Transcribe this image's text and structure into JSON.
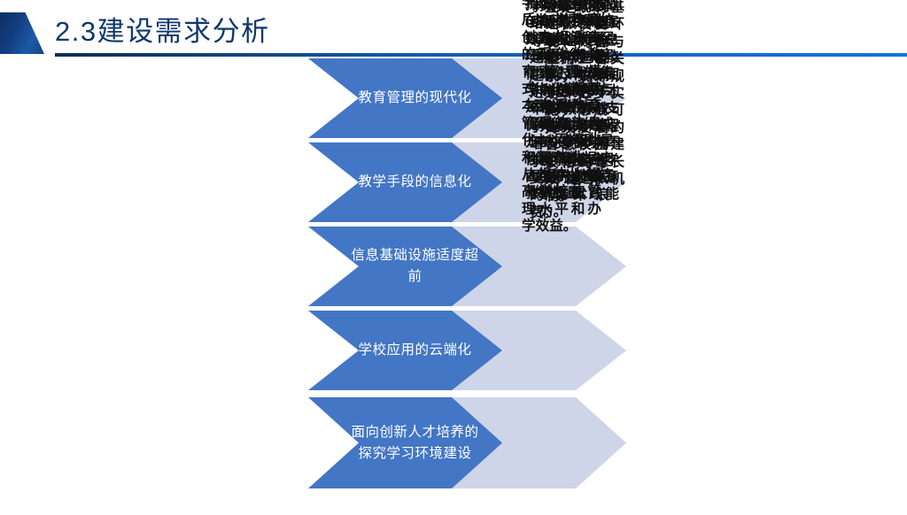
{
  "slide": {
    "title": "2.3建设需求分析",
    "accent_dark": "#10376e",
    "accent_chevron": "#4376c4",
    "accent_chevron_back": "#cfd5e8",
    "rule_gradient_from": "#0b2b5c",
    "rule_gradient_to": "#1272e0"
  },
  "chevrons": [
    {
      "label": "教育管理的现代化"
    },
    {
      "label": "教学手段的信息化"
    },
    {
      "label": "信息基础设施适度超前"
    },
    {
      "label": "学校应用的云端化"
    },
    {
      "label": "面向创新人才培养的探究学习环境建设"
    }
  ],
  "overflow_text": {
    "block_1": "学校建成后，拟教育创立相适应的现代化教育管理模式，以期基本实现教育管理的信息化、网络化和智能化，从根本上提高学校的管理水平和办学效益。",
    "block_2": "拟搭建支持创新教学的数字化教学环境，推进信息技术与学科教学的深度融合，促进教与学方式的根本性变革，全面提升教育教学质量。",
    "block_3": "学校的网络、服务器等基础设施建设拟适度超前，以满足未来若干年内教育教学应用不断增长的需求，避免重复建设造成的成本浪费。",
    "block_4": "拟将学校各类应用系统逐步迁移至云平台，实现资源的集约化管理与弹性扩展，降低运维成本，特别是保障数据安全和业务连续性。",
    "block_5": "拟基于虚拟现实、增强现实、全息技术等新技术，构建面向创新人才培养的、支持探究过程的学习环境。提升学生的创新意识与实践能力。",
    "block_6": "立足现有基础，权衡环境、内容与应用三者关系，统筹规划、分步实施，形成可持续发展的智慧校园建设格局与长效运行机制。"
  }
}
